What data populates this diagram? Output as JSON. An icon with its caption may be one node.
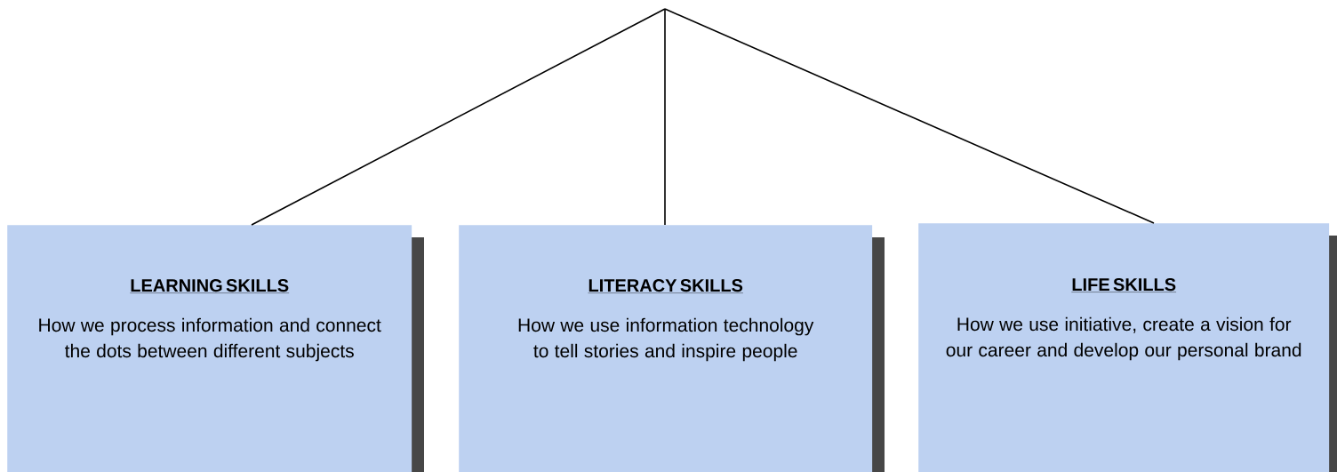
{
  "diagram": {
    "nodes": [
      {
        "text": [
          "LEARNING SKILLS",
          "How we process information and connect the dots between different subjects"
        ]
      },
      {
        "text": [
          "LITERACY SKILLS",
          "How we use information technology to tell stories and inspire people"
        ]
      },
      {
        "text": [
          "LIFE SKILLS",
          "How we use initiative, create a vision for our career and develop our personal brand"
        ]
      }
    ],
    "edges": [
      {
        "from": null,
        "to": 0,
        "arrow": "none"
      },
      {
        "from": null,
        "to": 1,
        "arrow": "none"
      },
      {
        "from": null,
        "to": 2,
        "arrow": "none"
      }
    ]
  }
}
